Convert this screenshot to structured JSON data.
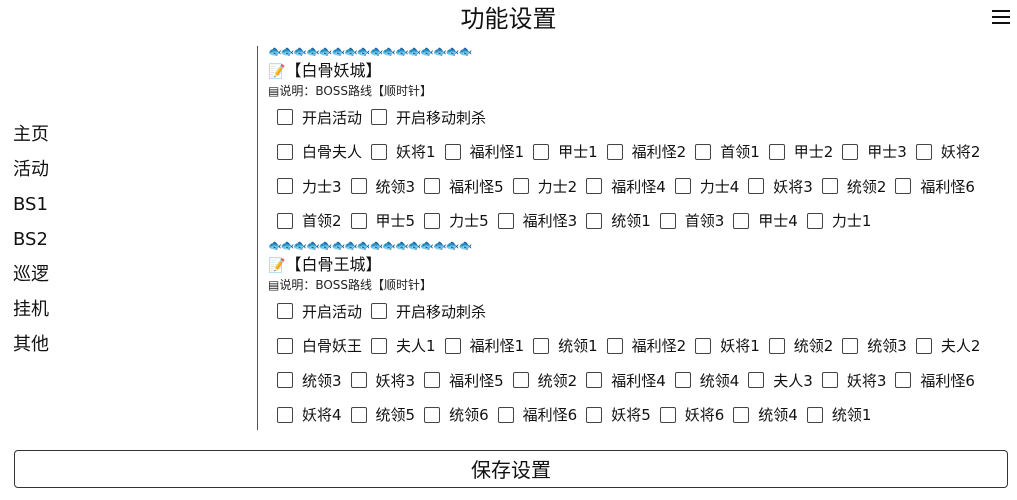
{
  "header": {
    "title": "功能设置",
    "menu_icon": "hamburger-icon"
  },
  "sidebar": {
    "items": [
      "主页",
      "活动",
      "BS1",
      "BS2",
      "巡逻",
      "挂机",
      "其他"
    ]
  },
  "sections": [
    {
      "fish": "🐟🐟🐟🐟🐟🐟🐟🐟🐟🐟🐟🐟🐟🐟🐟🐟",
      "memo_icon": "📝",
      "name": "【白骨妖城】",
      "note_icon": "▤",
      "note": "说明：BOSS路线【顺时针】",
      "rows": [
        [
          "开启活动",
          "开启移动刺杀"
        ],
        [
          "白骨夫人",
          "妖将1",
          "福利怪1",
          "甲士1",
          "福利怪2",
          "首领1",
          "甲士2",
          "甲士3",
          "妖将2"
        ],
        [
          "力士3",
          "统领3",
          "福利怪5",
          "力士2",
          "福利怪4",
          "力士4",
          "妖将3",
          "统领2",
          "福利怪6"
        ],
        [
          "首领2",
          "甲士5",
          "力士5",
          "福利怪3",
          "统领1",
          "首领3",
          "甲士4",
          "力士1"
        ]
      ]
    },
    {
      "fish": "🐟🐟🐟🐟🐟🐟🐟🐟🐟🐟🐟🐟🐟🐟🐟🐟",
      "memo_icon": "📝",
      "name": "【白骨王城】",
      "note_icon": "▤",
      "note": "说明：BOSS路线【顺时针】",
      "rows": [
        [
          "开启活动",
          "开启移动刺杀"
        ],
        [
          "白骨妖王",
          "夫人1",
          "福利怪1",
          "统领1",
          "福利怪2",
          "妖将1",
          "统领2",
          "统领3",
          "夫人2"
        ],
        [
          "统领3",
          "妖将3",
          "福利怪5",
          "统领2",
          "福利怪4",
          "统领4",
          "夫人3",
          "妖将3",
          "福利怪6"
        ],
        [
          "妖将4",
          "统领5",
          "统领6",
          "福利怪6",
          "妖将5",
          "妖将6",
          "统领4",
          "统领1"
        ]
      ]
    }
  ],
  "footer": {
    "save_label": "保存设置"
  }
}
